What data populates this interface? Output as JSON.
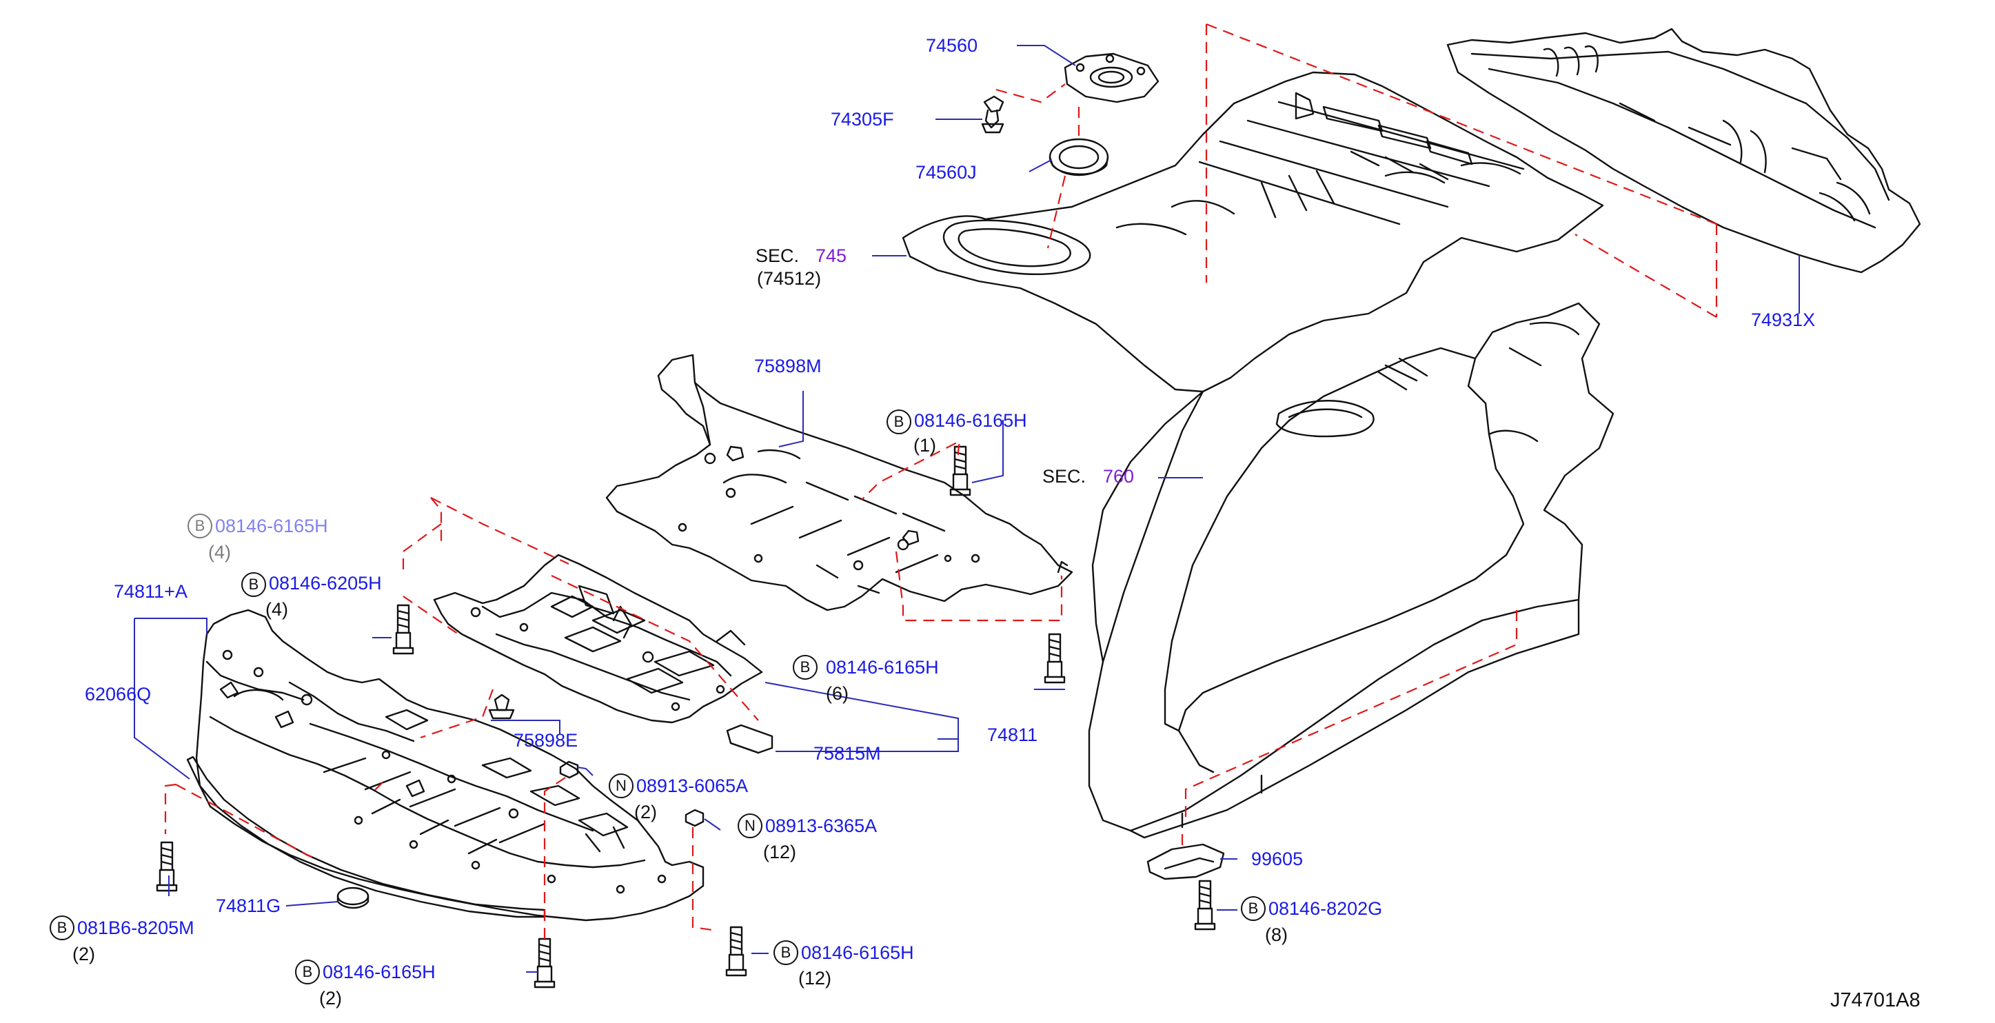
{
  "diagram_code": "J74701A8",
  "colors": {
    "part_link": "#1a1ae6",
    "section_link": "#7a1fd6",
    "line": "#111111",
    "leader": "#2a2ab8",
    "phantom": "#e01818"
  },
  "callouts": [
    {
      "id": "74560",
      "text": "74560"
    },
    {
      "id": "74305F",
      "text": "74305F"
    },
    {
      "id": "74560J",
      "text": "74560J"
    },
    {
      "id": "74931X",
      "text": "74931X"
    },
    {
      "id": "75898M",
      "text": "75898M"
    },
    {
      "id": "74811pA",
      "text": "74811+A"
    },
    {
      "id": "62066Q",
      "text": "62066Q"
    },
    {
      "id": "75898E",
      "text": "75898E"
    },
    {
      "id": "75815M",
      "text": "75815M"
    },
    {
      "id": "74811",
      "text": "74811"
    },
    {
      "id": "74811G",
      "text": "74811G"
    },
    {
      "id": "99605",
      "text": "99605"
    }
  ],
  "sections": [
    {
      "prefix": "SEC.",
      "code": "745",
      "sub": "(74512)"
    },
    {
      "prefix": "SEC.",
      "code": "760"
    }
  ],
  "fasteners": [
    {
      "badge": "B",
      "code": "08146-6165H",
      "qty": "(1)"
    },
    {
      "badge": "B",
      "code": "08146-6165H",
      "qty": "(6)"
    },
    {
      "badge": "B",
      "code": "08146-6205H",
      "qty": "(4)"
    },
    {
      "badge": "B",
      "code": "08146-6165H",
      "qty": "(4)"
    },
    {
      "badge": "N",
      "code": "08913-6065A",
      "qty": "(2)"
    },
    {
      "badge": "N",
      "code": "08913-6365A",
      "qty": "(12)"
    },
    {
      "badge": "B",
      "code": "081B6-8205M",
      "qty": "(2)"
    },
    {
      "badge": "B",
      "code": "08146-6165H",
      "qty": "(2)"
    },
    {
      "badge": "B",
      "code": "08146-6165H",
      "qty": "(12)"
    },
    {
      "badge": "B",
      "code": "08146-8202G",
      "qty": "(8)"
    }
  ]
}
